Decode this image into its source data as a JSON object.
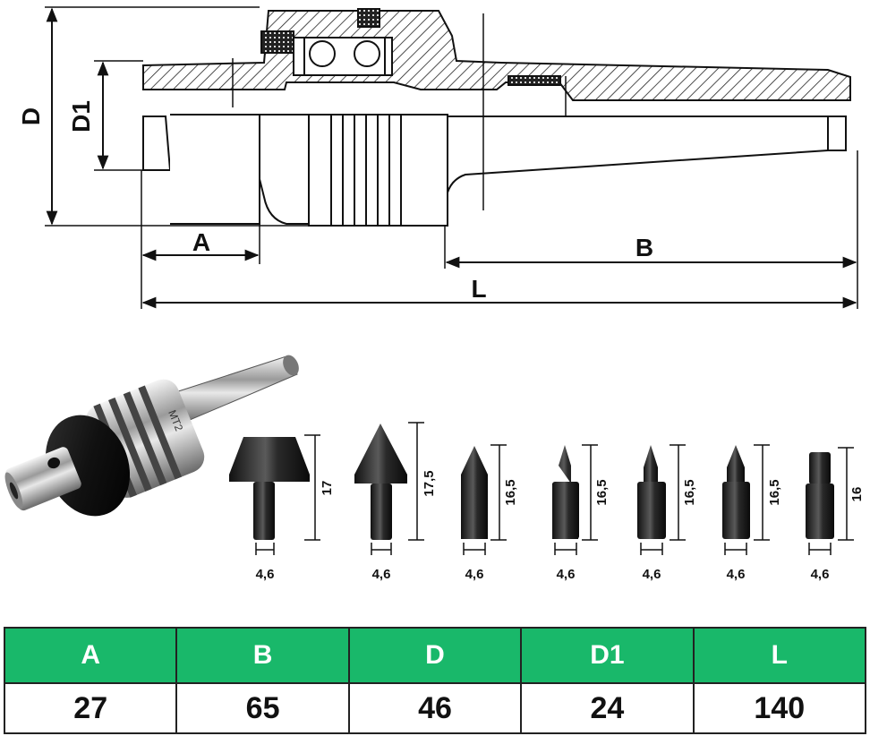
{
  "diagram": {
    "dimension_labels": {
      "d": "D",
      "d1": "D1",
      "a": "A",
      "b": "B",
      "l": "L"
    },
    "product_engraving": "MT2",
    "tips": [
      {
        "height_label": "17",
        "shaft_label": "4,6"
      },
      {
        "height_label": "17,5",
        "shaft_label": "4,6"
      },
      {
        "height_label": "16,5",
        "shaft_label": "4,6"
      },
      {
        "height_label": "16,5",
        "shaft_label": "4,6"
      },
      {
        "height_label": "16,5",
        "shaft_label": "4,6"
      },
      {
        "height_label": "16,5",
        "shaft_label": "4,6"
      },
      {
        "height_label": "16",
        "shaft_label": "4,6"
      }
    ]
  },
  "spec_table": {
    "headers": [
      "A",
      "B",
      "D",
      "D1",
      "L"
    ],
    "values": [
      "27",
      "65",
      "46",
      "24",
      "140"
    ],
    "header_color": "#19b86a"
  }
}
